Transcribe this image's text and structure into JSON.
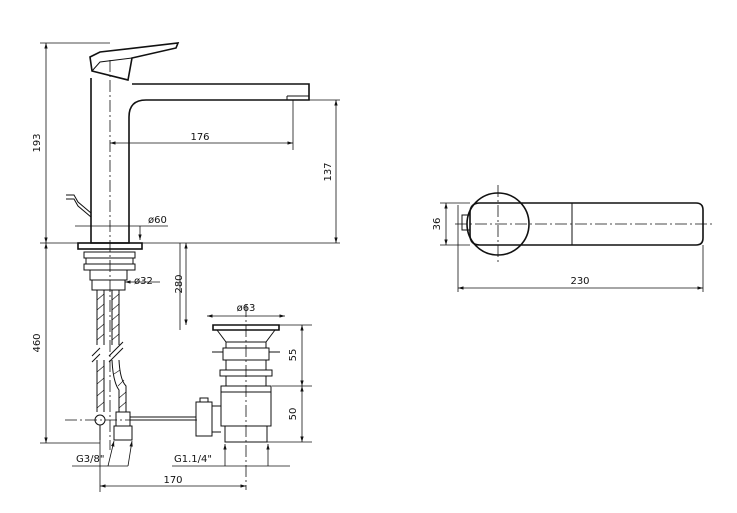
{
  "dimensions": {
    "overall_height": "193",
    "spout_reach": "176",
    "spout_height": "137",
    "base_diameter": "ø60",
    "shank_diameter": "ø32",
    "waste_offset": "280",
    "tail_length": "460",
    "waste_diameter": "ø63",
    "waste_upper": "55",
    "waste_lower": "50",
    "inlet_thread": "G3/8\"",
    "waste_thread": "G1.1/4\"",
    "centre_distance": "170",
    "plan_width": "36",
    "plan_length": "230"
  }
}
